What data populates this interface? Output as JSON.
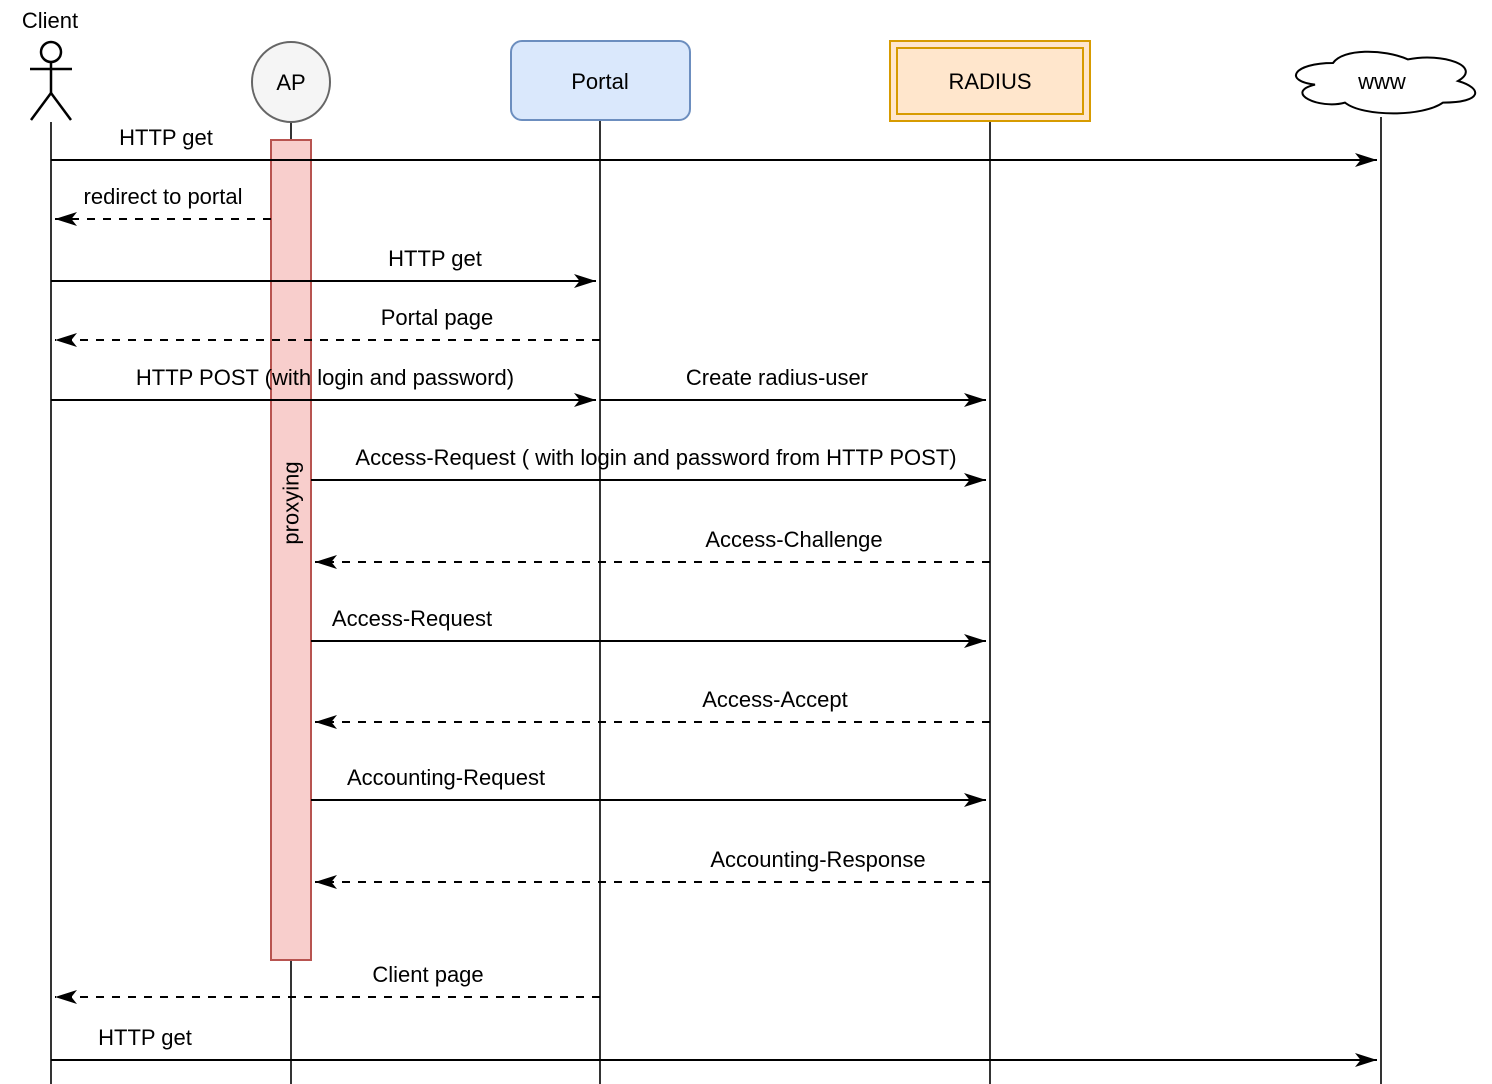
{
  "diagram": {
    "type": "uml-sequence",
    "actors": [
      {
        "id": "client",
        "label": "Client",
        "shape": "stick-figure"
      },
      {
        "id": "ap",
        "label": "AP",
        "shape": "ellipse"
      },
      {
        "id": "portal",
        "label": "Portal",
        "shape": "rounded-rectangle"
      },
      {
        "id": "radius",
        "label": "RADIUS",
        "shape": "double-rectangle"
      },
      {
        "id": "www",
        "label": "www",
        "shape": "cloud"
      }
    ],
    "activation": {
      "actor": "ap",
      "label": "proxying"
    },
    "messages": [
      {
        "from": "Client",
        "to": "www",
        "label": "HTTP get",
        "style": "solid"
      },
      {
        "from": "AP",
        "to": "Client",
        "label": "redirect to portal",
        "style": "dashed"
      },
      {
        "from": "Client",
        "to": "Portal",
        "label": "HTTP get",
        "style": "solid"
      },
      {
        "from": "Portal",
        "to": "Client",
        "label": "Portal page",
        "style": "dashed"
      },
      {
        "from": "Client",
        "to": "Portal",
        "label": "HTTP POST (with login and password)",
        "style": "solid"
      },
      {
        "from": "Portal",
        "to": "RADIUS",
        "label": "Create radius-user",
        "style": "solid"
      },
      {
        "from": "AP",
        "to": "RADIUS",
        "label": "Access-Request ( with login and password from HTTP POST)",
        "style": "solid"
      },
      {
        "from": "RADIUS",
        "to": "AP",
        "label": "Access-Challenge",
        "style": "dashed"
      },
      {
        "from": "AP",
        "to": "RADIUS",
        "label": "Access-Request",
        "style": "solid"
      },
      {
        "from": "RADIUS",
        "to": "AP",
        "label": "Access-Accept",
        "style": "dashed"
      },
      {
        "from": "AP",
        "to": "RADIUS",
        "label": "Accounting-Request",
        "style": "solid"
      },
      {
        "from": "RADIUS",
        "to": "AP",
        "label": "Accounting-Response",
        "style": "dashed"
      },
      {
        "from": "Portal",
        "to": "Client",
        "label": "Client page",
        "style": "dashed"
      },
      {
        "from": "Client",
        "to": "www",
        "label": "HTTP get",
        "style": "solid"
      }
    ],
    "colors": {
      "portal_fill": "#dae8fc",
      "portal_stroke": "#6c8ebf",
      "radius_fill": "#ffe6cc",
      "radius_stroke": "#d79b00",
      "ap_fill": "#f5f5f5",
      "ap_stroke": "#666666",
      "activation_fill": "#f8cecc",
      "activation_stroke": "#b85450",
      "line": "#000000",
      "background": "#ffffff"
    }
  }
}
